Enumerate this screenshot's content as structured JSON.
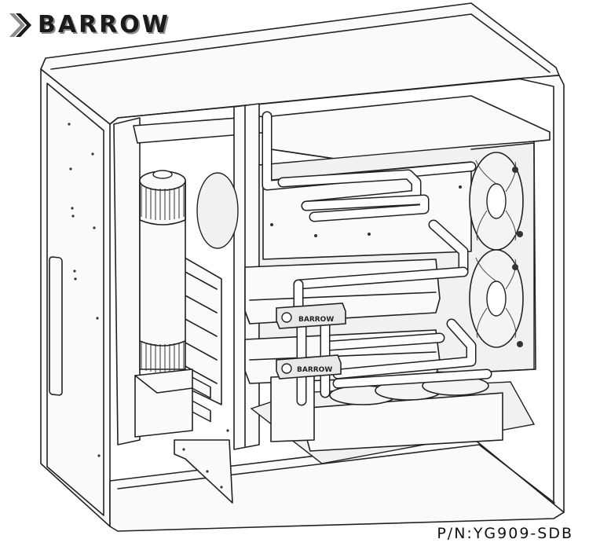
{
  "brand": {
    "name": "BARROW",
    "logo_icon": "chevron-arrow-icon"
  },
  "product": {
    "part_number": "P/N:YG909-SDB",
    "splitter_labels": [
      "BARROW",
      "BARROW"
    ]
  },
  "colors": {
    "line": "#222222",
    "panel": "#fafafa",
    "background": "#ffffff"
  }
}
